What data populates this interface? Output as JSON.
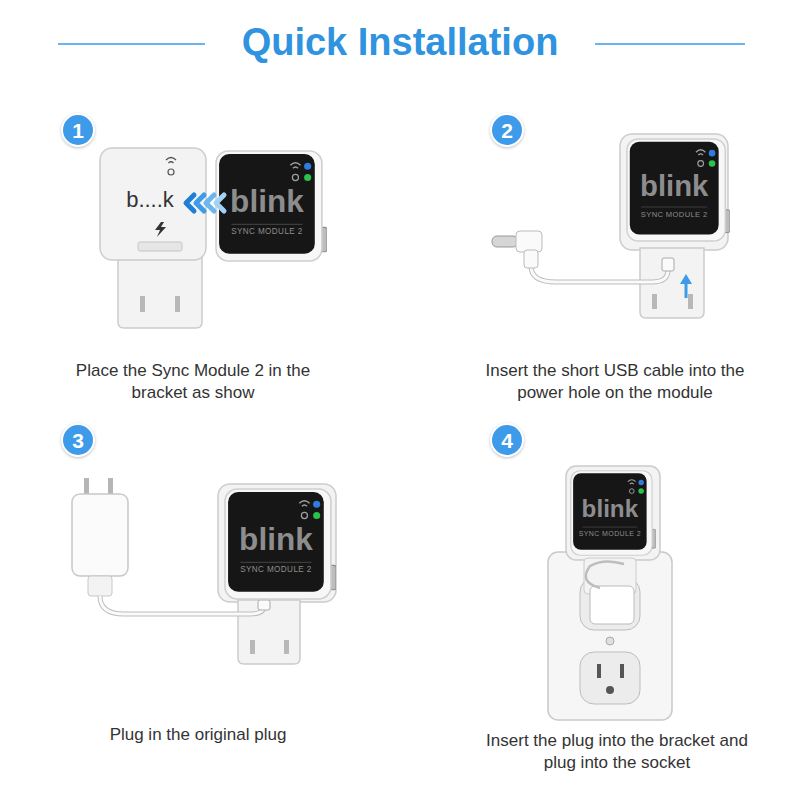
{
  "diagram": {
    "title": "Quick Installation",
    "nodes": [
      {
        "text": [
          "1"
        ]
      },
      {
        "text": [
          "2"
        ]
      },
      {
        "text": [
          "3"
        ]
      },
      {
        "text": [
          "4"
        ]
      }
    ],
    "labels": [
      "b....k",
      "blink",
      "SYNC MODULE 2",
      "Place the Sync Module 2 in the bracket as show",
      "blink",
      "SYNC MODULE 2",
      "Insert the short USB cable into the power hole on the module",
      "blink",
      "SYNC MODULE 2",
      "Plug in the original plug",
      "blink",
      "SYNC MODULE 2",
      "Insert the plug into the bracket and plug into the socket"
    ]
  }
}
